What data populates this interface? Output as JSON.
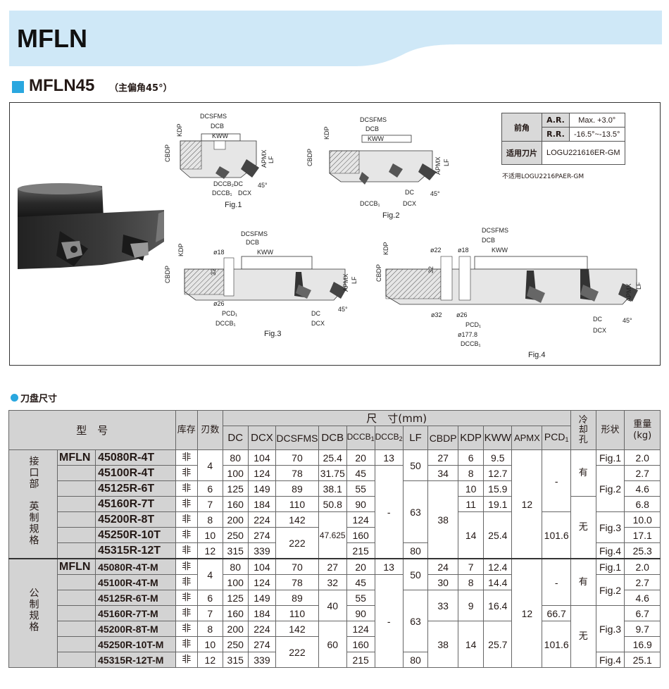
{
  "header": {
    "title": "MFLN"
  },
  "section": {
    "title": "MFLN45",
    "subtitle": "（主偏角45°）"
  },
  "figures": {
    "fig1": {
      "caption": "Fig.1",
      "labels": {
        "dcsfms": "DCSFMS",
        "dcb": "DCB",
        "kww": "KWW",
        "kdp": "KDP",
        "cbdp": "CBDP",
        "apmx": "APMX",
        "lf": "LF",
        "dccb2": "DCCB₂",
        "dc": "DC",
        "dccb1": "DCCB₁",
        "dcx": "DCX",
        "angle": "45°"
      }
    },
    "fig2": {
      "caption": "Fig.2",
      "labels": {
        "dcsfms": "DCSFMS",
        "dcb": "DCB",
        "kww": "KWW",
        "kdp": "KDP",
        "cbdp": "CBDP",
        "apmx": "APMX",
        "lf": "LF",
        "dc": "DC",
        "dccb1": "DCCB₁",
        "dcx": "DCX",
        "angle": "45°"
      }
    },
    "fig3": {
      "caption": "Fig.3",
      "labels": {
        "dcsfms": "DCSFMS",
        "dcb": "DCB",
        "kww": "KWW",
        "kdp": "KDP",
        "cbdp": "CBDP",
        "apmx": "APMX",
        "lf": "LF",
        "d18": "ø18",
        "d32": "32",
        "d26": "ø26",
        "pcd1": "PCD₁",
        "dccb1": "DCCB₁",
        "dc": "DC",
        "dcx": "DCX",
        "angle": "45°"
      }
    },
    "fig4": {
      "caption": "Fig.4",
      "labels": {
        "dcsfms": "DCSFMS",
        "dcb": "DCB",
        "kww": "KWW",
        "kdp": "KDP",
        "cbdp": "CBDP",
        "apmx": "APMX",
        "lf": "LF",
        "d22": "ø22",
        "d18": "ø18",
        "d32v": "32",
        "d32": "ø32",
        "d26": "ø26",
        "pcd1": "PCD₁",
        "d177": "ø177.8",
        "dccb1": "DCCB₁",
        "dc": "DC",
        "dcx": "DCX",
        "angle": "45°"
      }
    }
  },
  "angle_table": {
    "rake_label": "前角",
    "ar_label": "A.R.",
    "ar_value": "Max. +3.0°",
    "rr_label": "R.R.",
    "rr_value": "-16.5°~-13.5°",
    "insert_label": "适用刀片",
    "insert_value": "LOGU221616ER-GM"
  },
  "note": "不适用LOGU2216PAER-GM",
  "table": {
    "title": "刀盘尺寸",
    "headers": {
      "model": "型　号",
      "stock": "库存",
      "teeth": "刃数",
      "dims": "尺　寸(mm)",
      "dc": "DC",
      "dcx": "DCX",
      "dcsfms": "DCSFMS",
      "dcb": "DCB",
      "dccb1": "DCCB",
      "dccb2": "DCCB",
      "lf": "LF",
      "cbdp": "CBDP",
      "kdp": "KDP",
      "kww": "KWW",
      "apmx": "APMX",
      "pcd1": "PCD",
      "coolant": "冷却孔",
      "shape": "形状",
      "weight": "重量(kg)"
    },
    "group_inch": "接口部　英制规格",
    "group_metric": "公制规格",
    "prefix": "MFLN",
    "inch_rows": [
      {
        "model": "45080R-4T",
        "stock": "非",
        "teeth": "4",
        "dc": "80",
        "dcx": "104",
        "dcsfms": "70",
        "dcb": "25.4",
        "dccb1": "20",
        "dccb2": "13",
        "lf": "50",
        "cbdp": "27",
        "kdp": "6",
        "kww": "9.5",
        "apmx": "12",
        "pcd1": "-",
        "coolant": "有",
        "shape": "Fig.1",
        "weight": "2.0"
      },
      {
        "model": "45100R-4T",
        "stock": "非",
        "teeth": "",
        "dc": "100",
        "dcx": "124",
        "dcsfms": "78",
        "dcb": "31.75",
        "dccb1": "45",
        "dccb2": "-",
        "lf": "",
        "cbdp": "34",
        "kdp": "8",
        "kww": "12.7",
        "apmx": "",
        "pcd1": "",
        "coolant": "",
        "shape": "Fig.2",
        "weight": "2.7"
      },
      {
        "model": "45125R-6T",
        "stock": "非",
        "teeth": "6",
        "dc": "125",
        "dcx": "149",
        "dcsfms": "89",
        "dcb": "38.1",
        "dccb1": "55",
        "dccb2": "",
        "lf": "63",
        "cbdp": "38",
        "kdp": "10",
        "kww": "15.9",
        "apmx": "",
        "pcd1": "",
        "coolant": "",
        "shape": "",
        "weight": "4.6"
      },
      {
        "model": "45160R-7T",
        "stock": "非",
        "teeth": "7",
        "dc": "160",
        "dcx": "184",
        "dcsfms": "110",
        "dcb": "50.8",
        "dccb1": "90",
        "dccb2": "",
        "lf": "",
        "cbdp": "",
        "kdp": "11",
        "kww": "19.1",
        "apmx": "",
        "pcd1": "",
        "coolant": "无",
        "shape": "",
        "weight": "6.8"
      },
      {
        "model": "45200R-8T",
        "stock": "非",
        "teeth": "8",
        "dc": "200",
        "dcx": "224",
        "dcsfms": "142",
        "dcb": "47.625",
        "dccb1": "124",
        "dccb2": "",
        "lf": "",
        "cbdp": "",
        "kdp": "14",
        "kww": "25.4",
        "apmx": "",
        "pcd1": "101.6",
        "coolant": "",
        "shape": "Fig.3",
        "weight": "10.0"
      },
      {
        "model": "45250R-10T",
        "stock": "非",
        "teeth": "10",
        "dc": "250",
        "dcx": "274",
        "dcsfms": "222",
        "dcb": "",
        "dccb1": "160",
        "dccb2": "",
        "lf": "",
        "cbdp": "",
        "kdp": "",
        "kww": "",
        "apmx": "",
        "pcd1": "",
        "coolant": "",
        "shape": "",
        "weight": "17.1"
      },
      {
        "model": "45315R-12T",
        "stock": "非",
        "teeth": "12",
        "dc": "315",
        "dcx": "339",
        "dcsfms": "",
        "dcb": "",
        "dccb1": "215",
        "dccb2": "",
        "lf": "80",
        "cbdp": "",
        "kdp": "",
        "kww": "",
        "apmx": "",
        "pcd1": "",
        "coolant": "",
        "shape": "Fig.4",
        "weight": "25.3"
      }
    ],
    "metric_rows": [
      {
        "model": "45080R-4T-M",
        "stock": "非",
        "teeth": "4",
        "dc": "80",
        "dcx": "104",
        "dcsfms": "70",
        "dcb": "27",
        "dccb1": "20",
        "dccb2": "13",
        "lf": "50",
        "cbdp": "24",
        "kdp": "7",
        "kww": "12.4",
        "apmx": "12",
        "pcd1": "-",
        "coolant": "有",
        "shape": "Fig.1",
        "weight": "2.0"
      },
      {
        "model": "45100R-4T-M",
        "stock": "非",
        "teeth": "",
        "dc": "100",
        "dcx": "124",
        "dcsfms": "78",
        "dcb": "32",
        "dccb1": "45",
        "dccb2": "-",
        "lf": "",
        "cbdp": "30",
        "kdp": "8",
        "kww": "14.4",
        "apmx": "",
        "pcd1": "",
        "coolant": "",
        "shape": "Fig.2",
        "weight": "2.7"
      },
      {
        "model": "45125R-6T-M",
        "stock": "非",
        "teeth": "6",
        "dc": "125",
        "dcx": "149",
        "dcsfms": "89",
        "dcb": "40",
        "dccb1": "55",
        "dccb2": "",
        "lf": "63",
        "cbdp": "33",
        "kdp": "9",
        "kww": "16.4",
        "apmx": "",
        "pcd1": "",
        "coolant": "",
        "shape": "",
        "weight": "4.6"
      },
      {
        "model": "45160R-7T-M",
        "stock": "非",
        "teeth": "7",
        "dc": "160",
        "dcx": "184",
        "dcsfms": "110",
        "dcb": "",
        "dccb1": "90",
        "dccb2": "",
        "lf": "",
        "cbdp": "",
        "kdp": "",
        "kww": "",
        "apmx": "",
        "pcd1": "66.7",
        "coolant": "无",
        "shape": "Fig.3",
        "weight": "6.7"
      },
      {
        "model": "45200R-8T-M",
        "stock": "非",
        "teeth": "8",
        "dc": "200",
        "dcx": "224",
        "dcsfms": "142",
        "dcb": "60",
        "dccb1": "124",
        "dccb2": "",
        "lf": "",
        "cbdp": "38",
        "kdp": "14",
        "kww": "25.7",
        "apmx": "",
        "pcd1": "101.6",
        "coolant": "",
        "shape": "",
        "weight": "9.7"
      },
      {
        "model": "45250R-10T-M",
        "stock": "非",
        "teeth": "10",
        "dc": "250",
        "dcx": "274",
        "dcsfms": "222",
        "dcb": "",
        "dccb1": "160",
        "dccb2": "",
        "lf": "",
        "cbdp": "",
        "kdp": "",
        "kww": "",
        "apmx": "",
        "pcd1": "",
        "coolant": "",
        "shape": "",
        "weight": "16.9"
      },
      {
        "model": "45315R-12T-M",
        "stock": "非",
        "teeth": "12",
        "dc": "315",
        "dcx": "339",
        "dcsfms": "",
        "dcb": "",
        "dccb1": "215",
        "dccb2": "",
        "lf": "80",
        "cbdp": "",
        "kdp": "",
        "kww": "",
        "apmx": "",
        "pcd1": "",
        "coolant": "",
        "shape": "Fig.4",
        "weight": "25.1"
      }
    ]
  },
  "colors": {
    "accent": "#2aa7df",
    "banner": "#cfe8f7",
    "header_gray": "#d3d3d3"
  }
}
